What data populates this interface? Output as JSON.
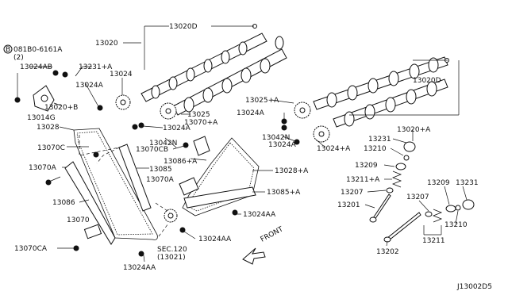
{
  "labels": {
    "l13020D_top": "13020D",
    "l13020": "13020",
    "l081B0": "081B0-6161A",
    "l081B0_qty": "(2)",
    "l13024AB": "13024AB",
    "l13231A": "13231+A",
    "l13024A_1": "13024A",
    "l13024": "13024",
    "l13020B": "13020+B",
    "l13014G": "13014G",
    "l13028": "13028",
    "l13025": "13025",
    "l13024A_2": "13024A",
    "l13070A_top": "13070+A",
    "l13042N_1": "13042N",
    "l13070C": "13070C",
    "l13070CB": "13070CB",
    "l13085": "13085",
    "l13086A": "13086+A",
    "l13070A_1": "13070A",
    "l13070A_2": "13070A",
    "l13086": "13086",
    "l13070D": "13070",
    "l13070CA": "13070CA",
    "l13024AA_1": "13024AA",
    "l13024AA_2": "13024AA",
    "l13024AA_3": "13024AA",
    "lSEC": "SEC.120",
    "lSEC_sub": "(13021)",
    "l13025A": "13025+A",
    "l13024A_3": "13024A",
    "l13042N_2": "13042N",
    "l13024A_4": "13024A",
    "l13024A_5": "13024+A",
    "l13020D_right": "13020D",
    "l13020A": "13020+A",
    "l13231": "13231",
    "l13210_1": "13210",
    "l13209_1": "13209",
    "l13211A": "13211+A",
    "l13207_1": "13207",
    "l13201": "13201",
    "l13028A": "13028+A",
    "l13085A": "13085+A",
    "l13209_2": "13209",
    "l13231_2": "13231",
    "l13207_2": "13207",
    "l13210_2": "13210",
    "l13211": "13211",
    "l13202": "13202",
    "front": "FRONT",
    "code": "J13002D5",
    "bolt_circle_letter": "B"
  }
}
